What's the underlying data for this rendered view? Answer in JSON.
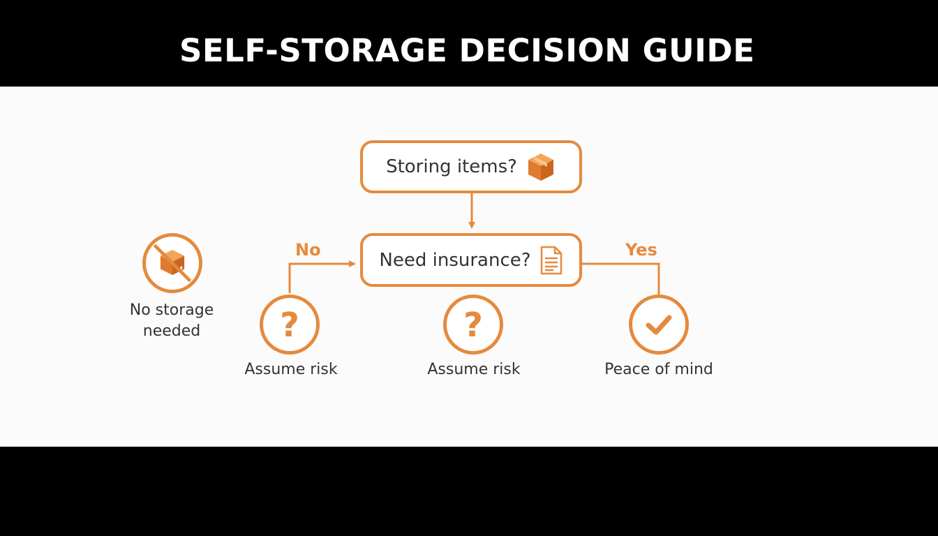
{
  "title": "SELF-STORAGE DECISION GUIDE",
  "colors": {
    "accent": "#e58a3c",
    "text": "#333333",
    "background": "#fbfbfb",
    "bars": "#000000"
  },
  "nodes": {
    "storing": {
      "label": "Storing items?",
      "icon": "box-icon"
    },
    "insurance": {
      "label": "Need insurance?",
      "icon": "document-icon"
    }
  },
  "branches": {
    "no": "No",
    "yes": "Yes"
  },
  "outcomes": {
    "no_storage": {
      "label_line1": "No storage",
      "label_line2": "needed",
      "icon": "no-box-icon"
    },
    "assume_risk_left": {
      "label": "Assume risk",
      "icon": "question-icon"
    },
    "assume_risk_center": {
      "label": "Assume risk",
      "icon": "question-icon"
    },
    "peace_of_mind": {
      "label": "Peace of mind",
      "icon": "check-icon"
    }
  }
}
